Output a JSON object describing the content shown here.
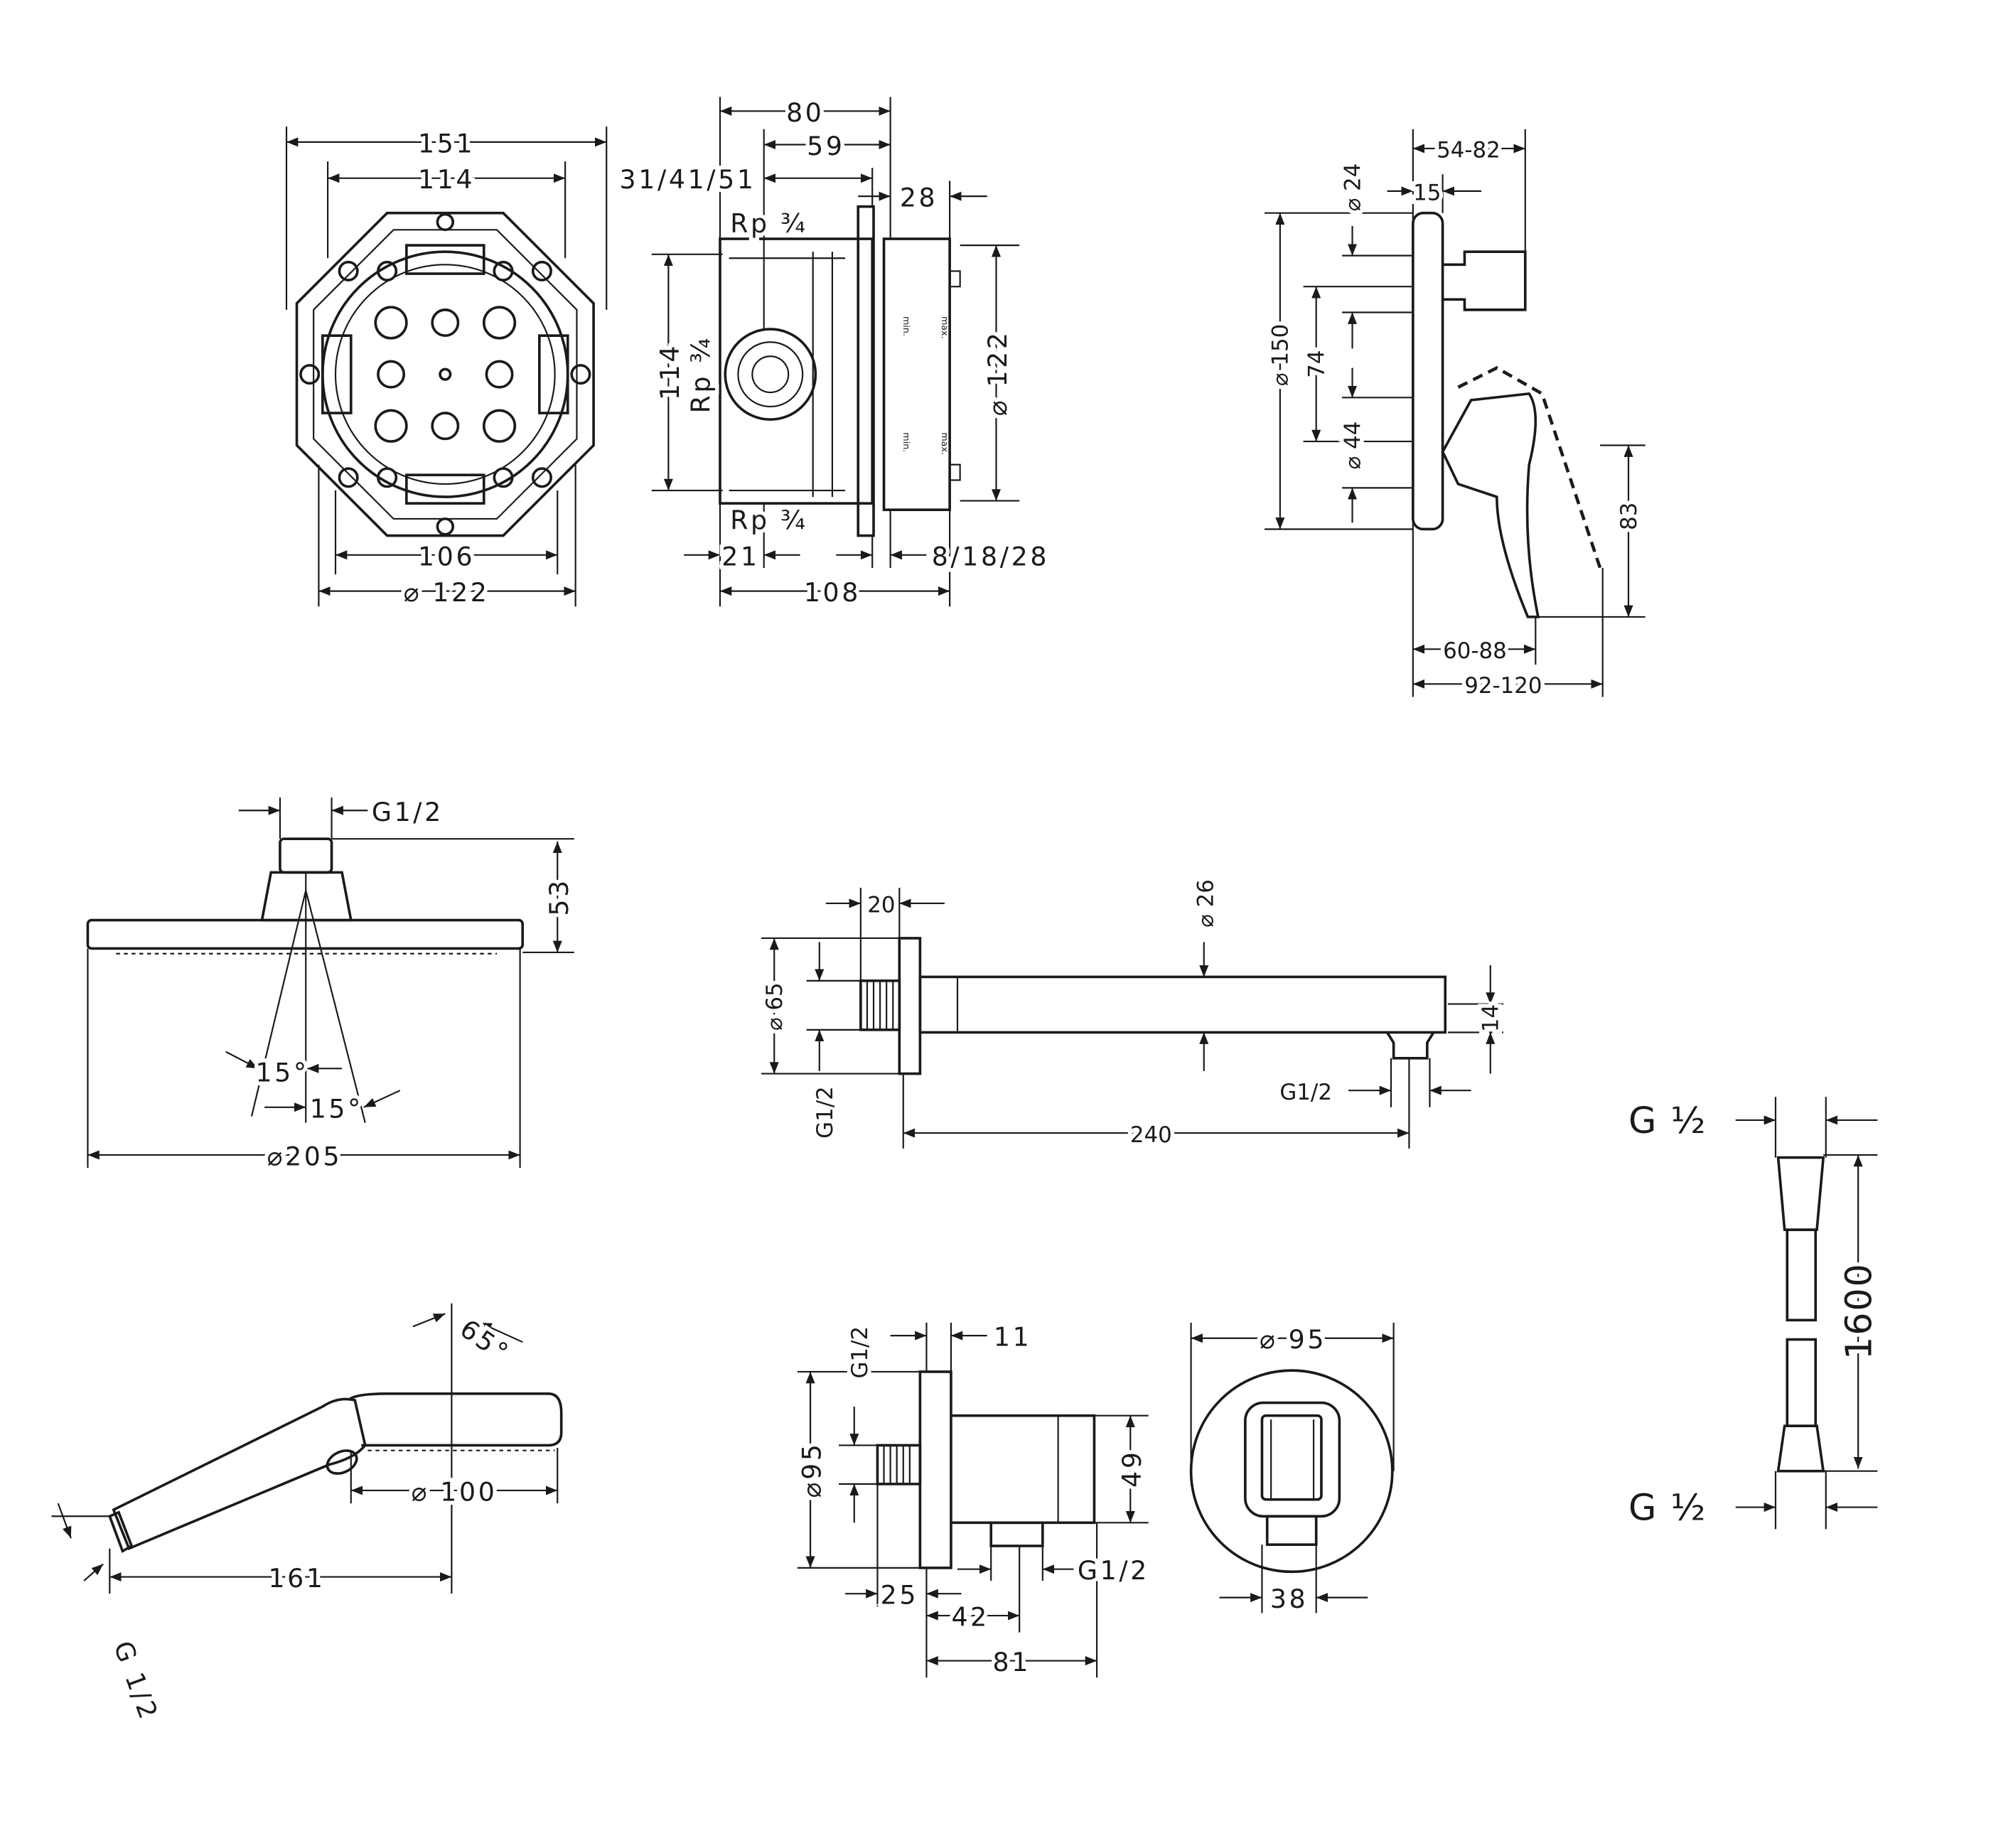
{
  "mounting_box_front": {
    "d151": "151",
    "d114": "114",
    "d106": "106",
    "d122": "⌀ 122"
  },
  "mounting_box_side": {
    "d80": "80",
    "d59": "59",
    "d31_41_51": "31/41/51",
    "d28": "28",
    "rp_top": "Rp ¾",
    "rp_side": "Rp ¾",
    "rp_bottom": "Rp ¾",
    "d114": "114",
    "d122": "⌀ 122",
    "d21": "21",
    "d8_18_28": "8/18/28",
    "d108": "108",
    "min_top": "min.",
    "max_top": "max.",
    "min_bottom": "min.",
    "max_bottom": "max."
  },
  "mixer_side": {
    "d54_82": "54-82",
    "d24": "⌀ 24",
    "d15": "15",
    "d150": "⌀ 150",
    "d74": "74",
    "d44": "⌀ 44",
    "d83": "83",
    "d60_88": "60-88",
    "d92_120": "92-120"
  },
  "overhead_shower": {
    "thread": "G1/2",
    "d53": "53",
    "angle1": "15°",
    "angle2": "15°",
    "d205": "⌀205"
  },
  "shower_arm": {
    "d20": "20",
    "d26": "⌀ 26",
    "d65": "⌀ 65",
    "d14": "14",
    "thread_outlet": "G1/2",
    "thread_wall": "G1/2",
    "d240": "240"
  },
  "shower_hose": {
    "thread_top": "G ½",
    "thread_bottom": "G ½",
    "length": "1600"
  },
  "hand_shower": {
    "angle": "65°",
    "d100": "⌀ 100",
    "d161": "161",
    "thread": "G 1/2"
  },
  "wall_outlet_side": {
    "thread_wall": "G1/2",
    "d11": "11",
    "d95": "⌀95",
    "d49": "49",
    "d25": "25",
    "d42": "42",
    "thread_outlet": "G1/2",
    "d81": "81"
  },
  "wall_outlet_front": {
    "d95": "⌀ 95",
    "d38": "38"
  }
}
